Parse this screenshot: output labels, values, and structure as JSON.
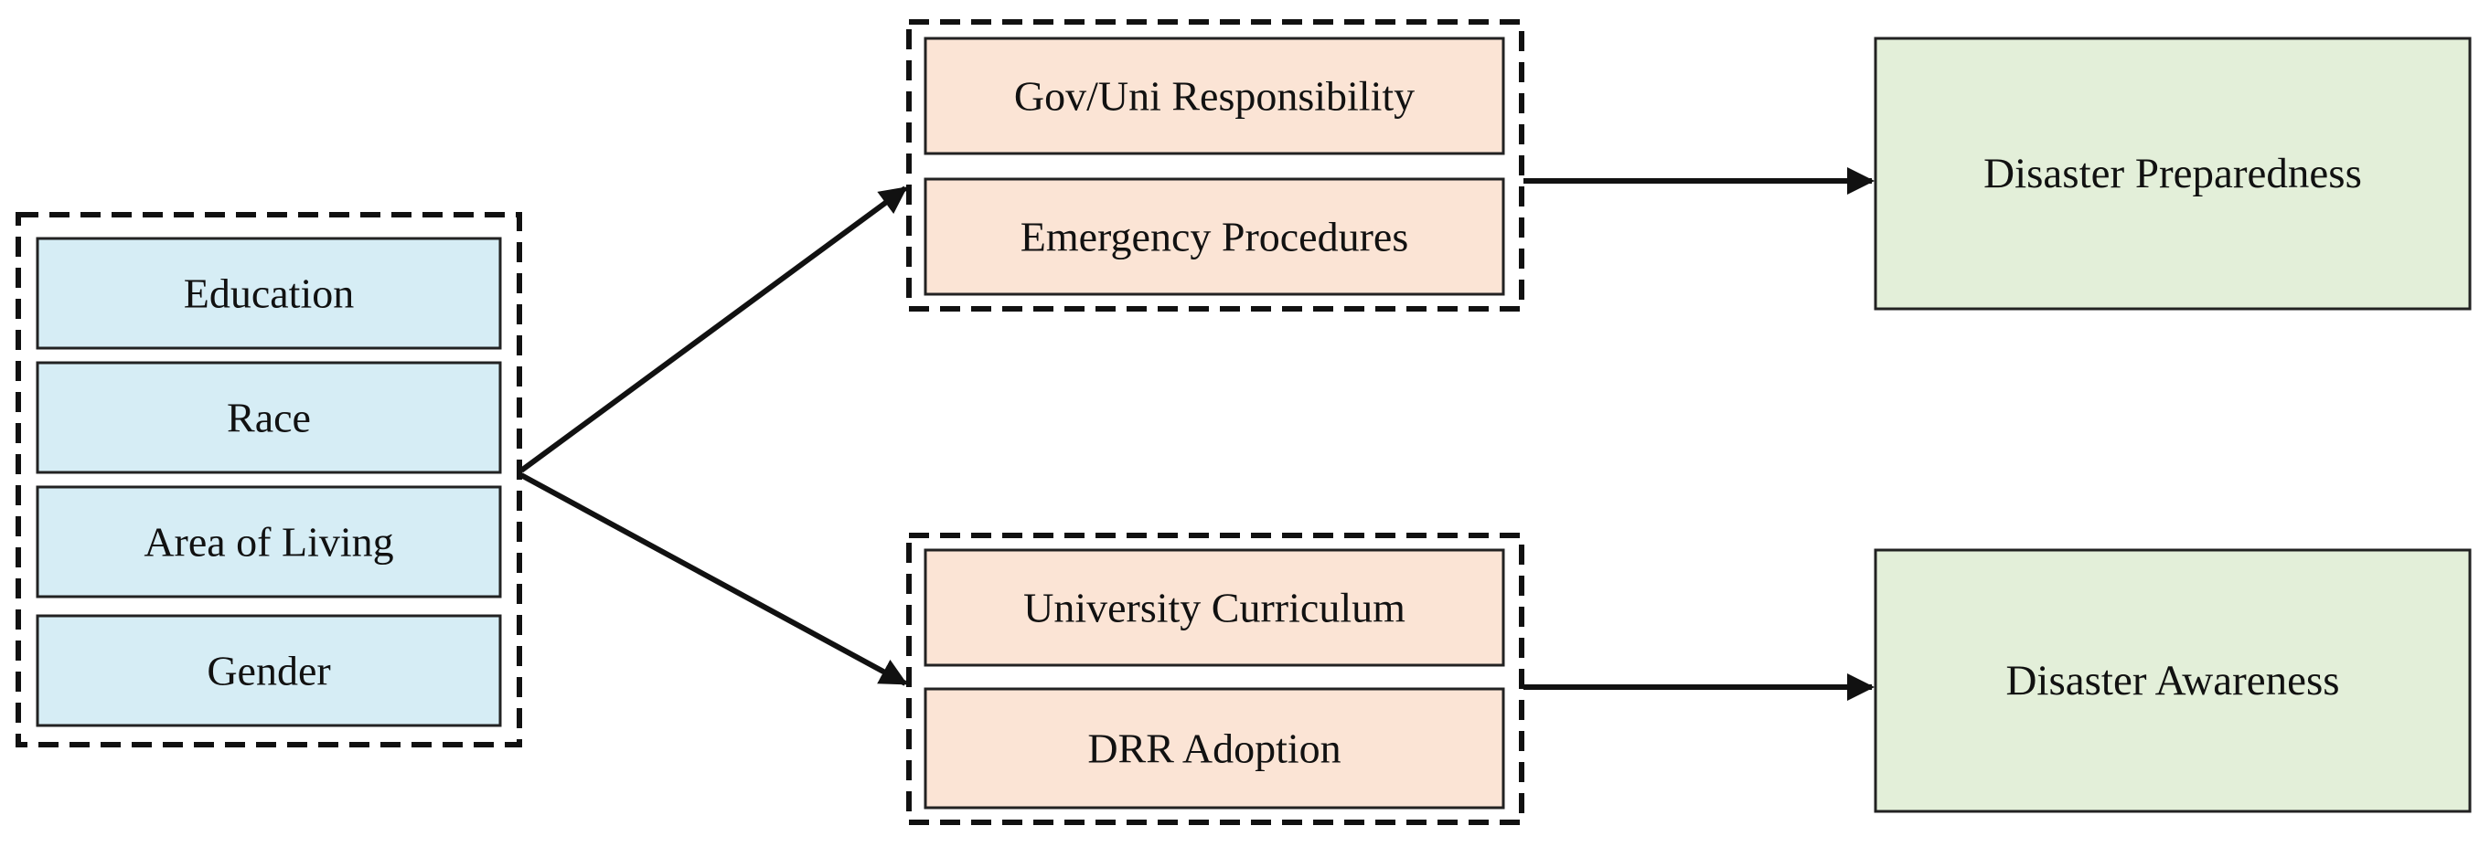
{
  "diagram": {
    "demographics": {
      "items": [
        "Education",
        "Race",
        "Area of Living",
        "Gender"
      ]
    },
    "preparedness_factors": {
      "items": [
        "Gov/Uni Responsibility",
        "Emergency Procedures"
      ]
    },
    "awareness_factors": {
      "items": [
        "University Curriculum",
        "DRR Adoption"
      ]
    },
    "outcomes": {
      "preparedness": "Disaster Preparedness",
      "awareness": "Disaster Awareness"
    },
    "colors": {
      "demographic_fill": "#d6edf5",
      "factor_fill": "#fbe4d5",
      "outcome_fill": "#e3efd9",
      "stroke": "#111111"
    }
  }
}
